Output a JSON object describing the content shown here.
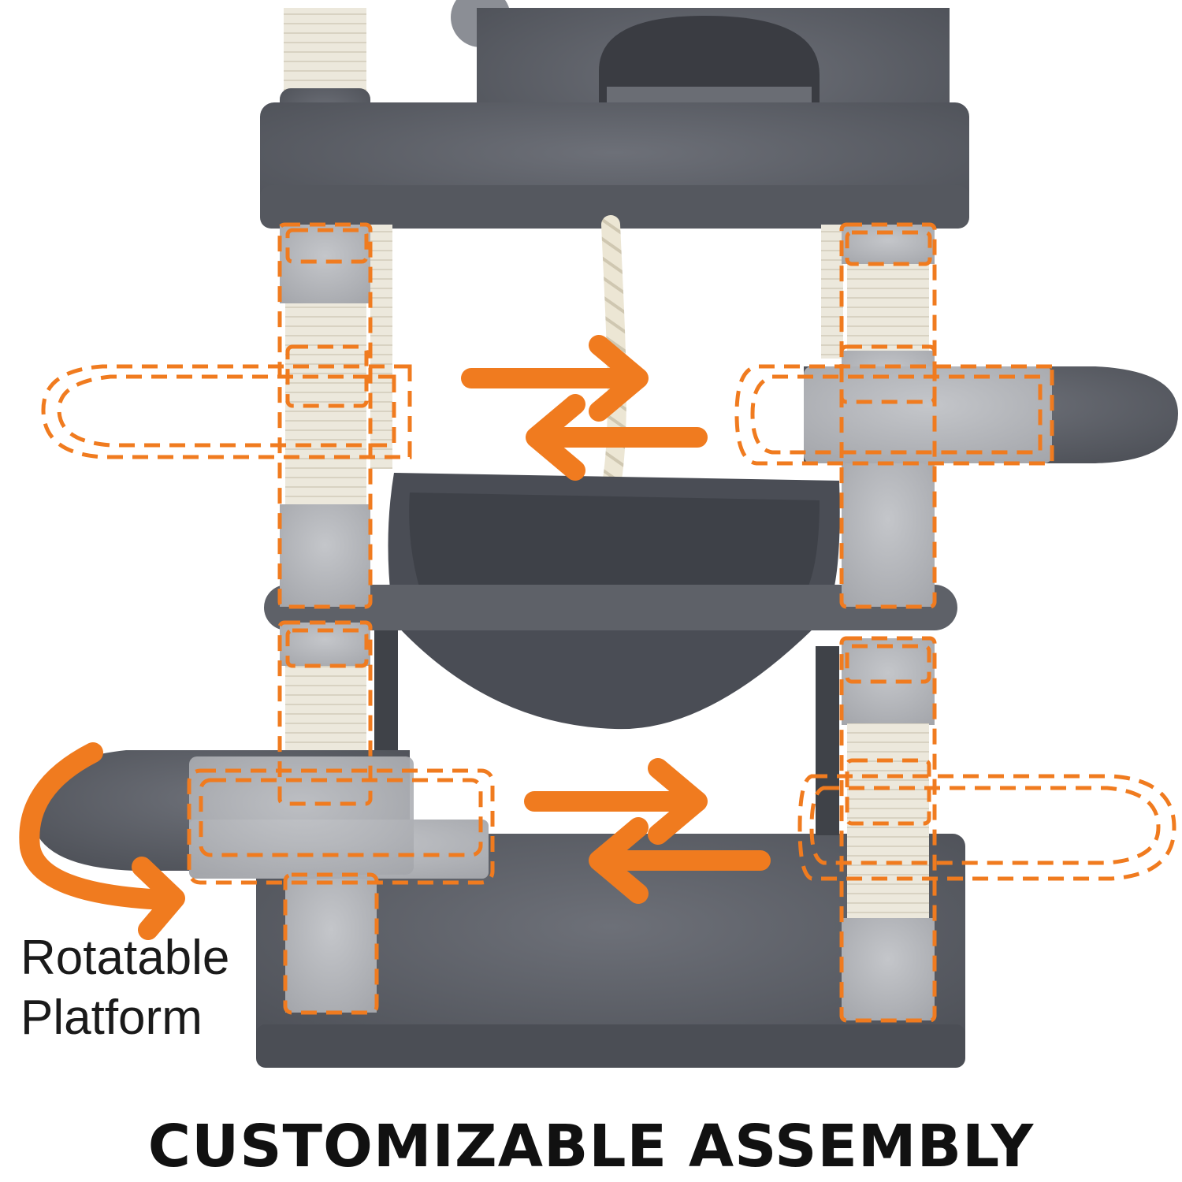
{
  "labels": {
    "rotatable_line1": "Rotatable",
    "rotatable_line2": "Platform",
    "caption": "CUSTOMIZABLE ASSEMBLY"
  },
  "colors": {
    "plush_dark": "#5c5f66",
    "plush_light": "#b3b5ba",
    "sisal": "#ece8dc",
    "accent_orange": "#f07b1f"
  }
}
